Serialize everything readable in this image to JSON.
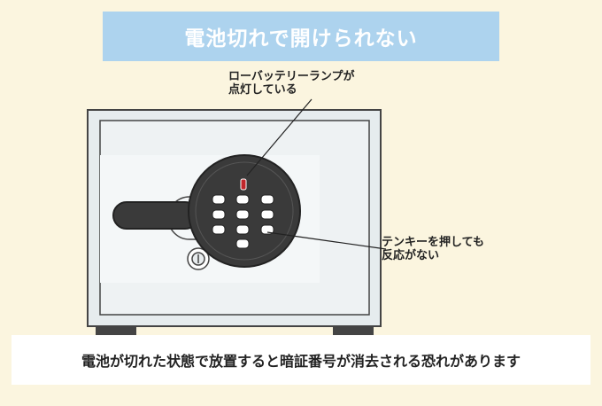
{
  "title": "電池切れで開けられない",
  "labels": {
    "low_battery_lamp": [
      "ローバッテリーランプが",
      "点灯している"
    ],
    "keypad": [
      "テンキーを押しても",
      "反応がない"
    ]
  },
  "caption": "電池が切れた状態で放置すると暗証番号が消去される恐れがあります",
  "colors": {
    "background": "#fbf5df",
    "title_banner": "#add3ee",
    "safe_body": "#e6ecee",
    "safe_outline": "#444444",
    "keypad": "#3a3a3a",
    "low_battery_lamp": "#c0262b"
  },
  "icons": [
    "keyhole-icon",
    "hinge-icon",
    "low-battery-lamp-icon"
  ]
}
